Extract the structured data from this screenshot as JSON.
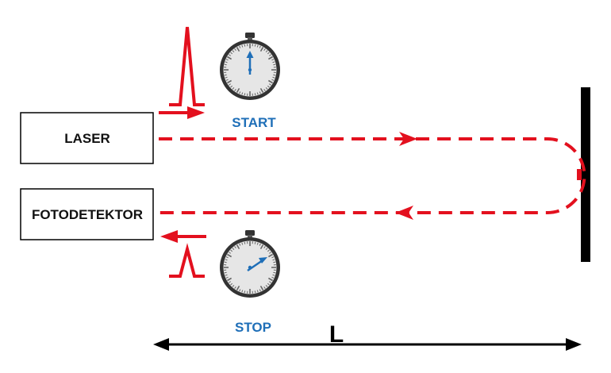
{
  "labels": {
    "laser": "LASER",
    "detector": "FOTODETEKTOR",
    "start": "START",
    "stop": "STOP",
    "distance": "L"
  },
  "timers": {
    "start": {
      "hand": "pointing-up"
    },
    "stop": {
      "hand": "pointing-up-right"
    }
  },
  "colors": {
    "beam": "#e3101e",
    "timer_text": "#1f6fb8",
    "timer_hand": "#1f6fb8",
    "mirror": "#000000",
    "box_border": "#000000"
  },
  "icons": {
    "start_timer": "stopwatch-icon",
    "stop_timer": "stopwatch-icon",
    "pulse_out": "pulse-icon",
    "pulse_in": "pulse-icon"
  }
}
